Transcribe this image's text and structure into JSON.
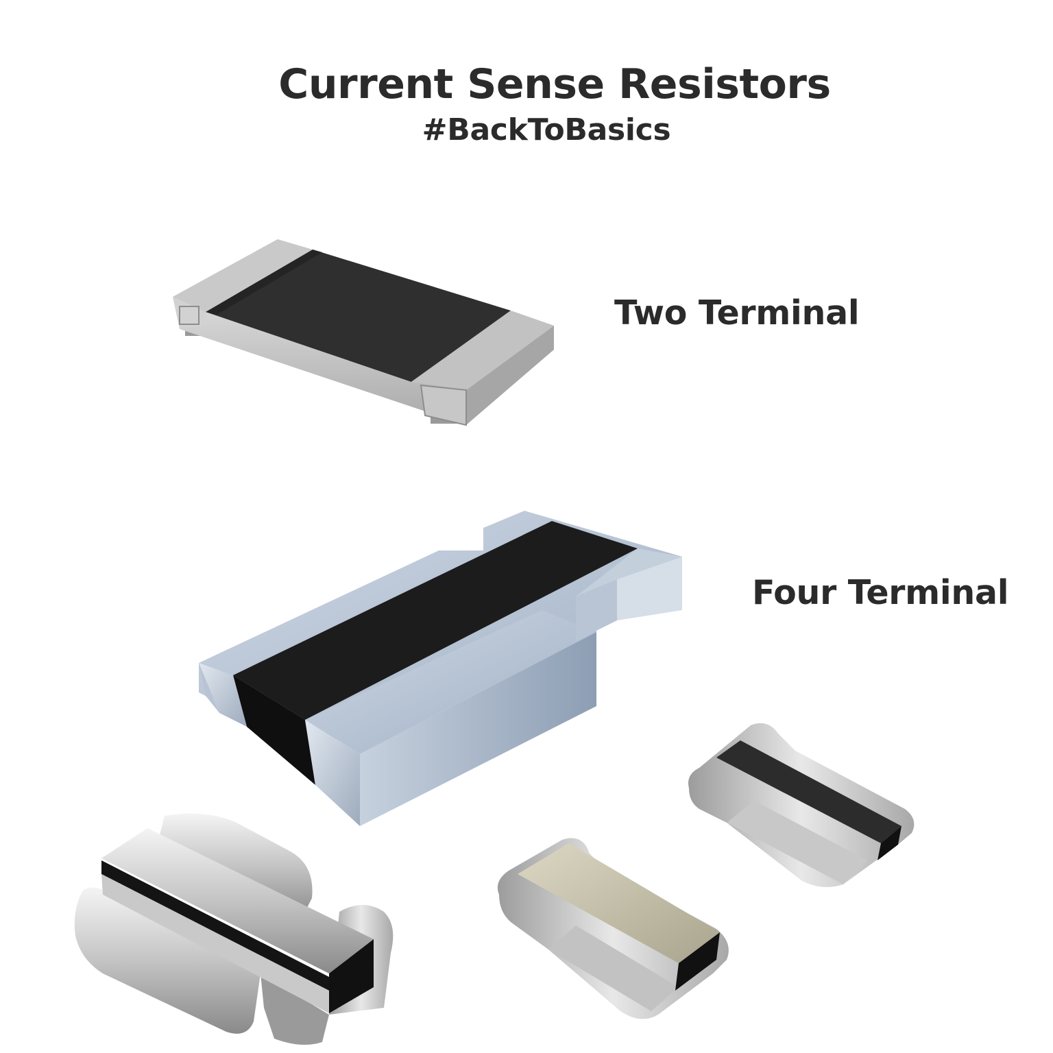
{
  "header": {
    "title": "Current Sense Resistors",
    "hashtag": "#BackToBasics"
  },
  "labels": {
    "two_terminal": "Two Terminal",
    "four_terminal": "Four Terminal"
  },
  "colors": {
    "text": "#2b2b2b",
    "resistive_layer": "#1a1a1a",
    "terminal_silver": "#b8b8b8",
    "terminal_blue_metal": "#aab8cc"
  }
}
